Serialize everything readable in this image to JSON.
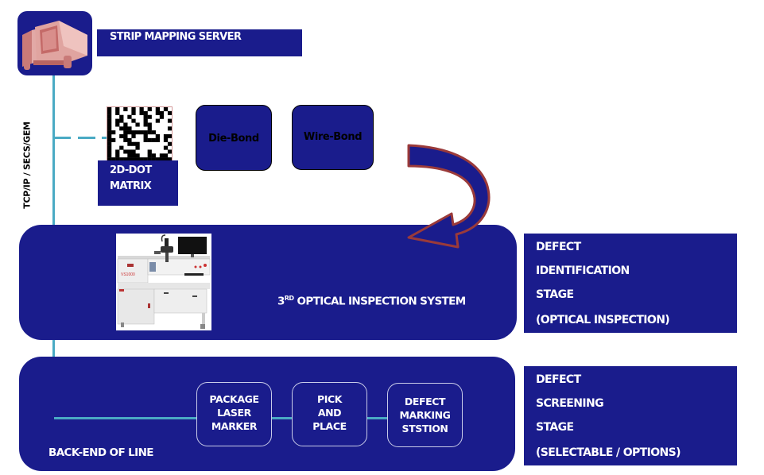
{
  "server": {
    "title": "STRIP MAPPING SERVER",
    "icon": "computer-icon"
  },
  "bus": {
    "label": "TCP/IP / SECS/GEM"
  },
  "front_end": {
    "matrix": {
      "icon": "2d-dot-matrix-code-icon",
      "label_line1": "2D-DOT",
      "label_line2": "MATRIX"
    },
    "processes": [
      {
        "label": "Die-Bond"
      },
      {
        "label": "Wire-Bond"
      }
    ]
  },
  "inspection_panel": {
    "image": "optical-inspection-machine-image",
    "title_prefix": "3",
    "title_superscript": "RD",
    "title_rest": " OPTICAL INSPECTION SYSTEM"
  },
  "identification_stage": {
    "lines": [
      "DEFECT",
      "IDENTIFICATION",
      "STAGE",
      "(OPTICAL INSPECTION)"
    ]
  },
  "backend_panel": {
    "title": "BACK-END OF LINE",
    "stations": [
      {
        "lines": [
          "PACKAGE",
          "LASER",
          "MARKER"
        ]
      },
      {
        "lines": [
          "PICK",
          "AND",
          "PLACE"
        ]
      },
      {
        "lines": [
          "DEFECT",
          "MARKING",
          "STSTION"
        ]
      }
    ]
  },
  "screening_stage": {
    "lines": [
      "DEFECT",
      "SCREENING",
      "STAGE",
      "(SELECTABLE / OPTIONS)"
    ]
  },
  "colors": {
    "navy": "#1a1c8c",
    "connector": "#4aaac4",
    "arrow_outline": "#9a3a3a"
  }
}
